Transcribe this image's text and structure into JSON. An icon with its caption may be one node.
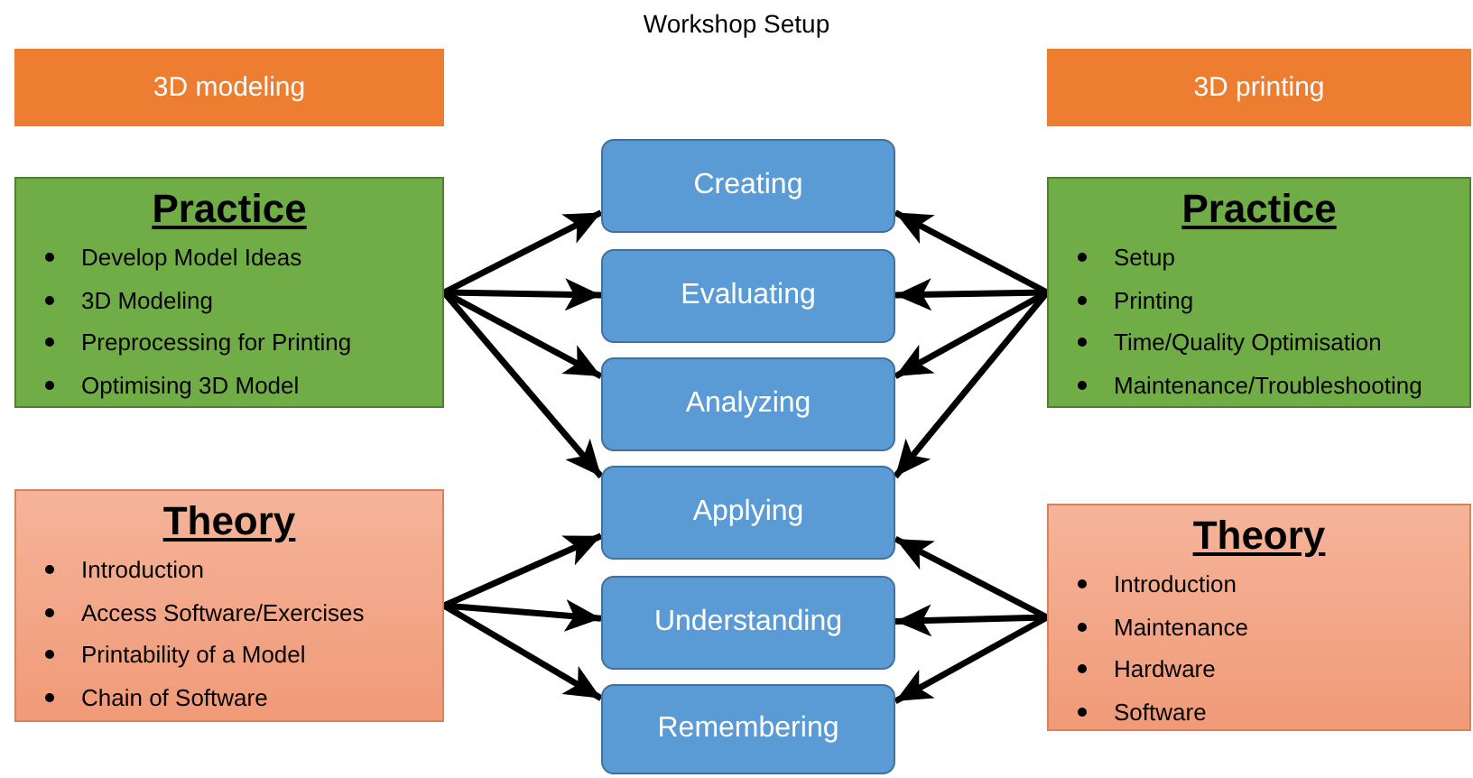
{
  "diagram": {
    "title": "Workshop Setup",
    "nodes": [
      {
        "text": [
          "3D modeling"
        ]
      },
      {
        "text": [
          "3D printing"
        ]
      },
      {
        "text": [
          "Practice",
          "Develop Model Ideas",
          "3D Modeling",
          "Preprocessing for Printing",
          "Optimising 3D Model"
        ]
      },
      {
        "text": [
          "Practice",
          "Setup",
          "Printing",
          "Time/Quality Optimisation",
          "Maintenance/Troubleshooting"
        ]
      },
      {
        "text": [
          "Creating"
        ]
      },
      {
        "text": [
          "Evaluating"
        ]
      },
      {
        "text": [
          "Analyzing"
        ]
      },
      {
        "text": [
          "Applying"
        ]
      },
      {
        "text": [
          "Understanding"
        ]
      },
      {
        "text": [
          "Remembering"
        ]
      },
      {
        "text": [
          "Theory",
          "Introduction",
          "Access Software/Exercises",
          "Printability of a Model",
          "Chain of Software"
        ]
      },
      {
        "text": [
          "Theory",
          "Introduction",
          "Maintenance",
          "Hardware",
          "Software"
        ]
      }
    ],
    "edges": [
      {
        "from": 2,
        "to": 4,
        "arrow": "to"
      },
      {
        "from": 2,
        "to": 5,
        "arrow": "to"
      },
      {
        "from": 2,
        "to": 6,
        "arrow": "to"
      },
      {
        "from": 2,
        "to": 7,
        "arrow": "to"
      },
      {
        "from": 10,
        "to": 7,
        "arrow": "to"
      },
      {
        "from": 10,
        "to": 8,
        "arrow": "to"
      },
      {
        "from": 10,
        "to": 9,
        "arrow": "to"
      },
      {
        "from": 3,
        "to": 4,
        "arrow": "to"
      },
      {
        "from": 3,
        "to": 5,
        "arrow": "to"
      },
      {
        "from": 3,
        "to": 6,
        "arrow": "to"
      },
      {
        "from": 3,
        "to": 7,
        "arrow": "to"
      },
      {
        "from": 11,
        "to": 7,
        "arrow": "to"
      },
      {
        "from": 11,
        "to": 8,
        "arrow": "to"
      },
      {
        "from": 11,
        "to": 9,
        "arrow": "to"
      }
    ]
  }
}
